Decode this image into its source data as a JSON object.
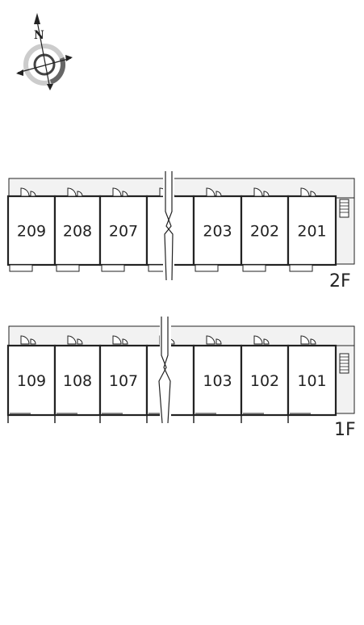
{
  "compass": {
    "north_label": "N",
    "icon": "compass-rose-icon"
  },
  "floors": [
    {
      "id": "2F",
      "label": "2F",
      "units": [
        "209",
        "208",
        "207",
        "",
        "203",
        "202",
        "201"
      ],
      "has_stairs": true
    },
    {
      "id": "1F",
      "label": "1F",
      "units": [
        "109",
        "108",
        "107",
        "",
        "103",
        "102",
        "101"
      ],
      "has_stairs": true
    }
  ],
  "colors": {
    "line": "#222222",
    "corridor_fill": "#f2f2f2",
    "unit_fill": "#ffffff"
  }
}
